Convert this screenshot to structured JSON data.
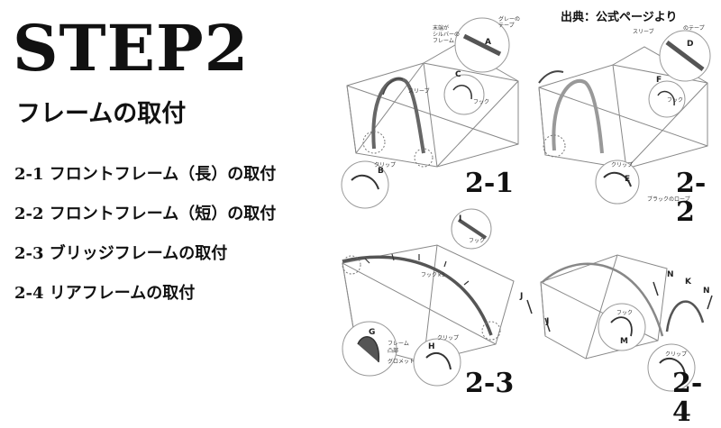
{
  "header": {
    "title": "STEP2",
    "subtitle": "フレームの取付",
    "credit": "出典：公式ページより"
  },
  "steps": [
    "2-1 フロントフレーム（長）の取付",
    "2-2 フロントフレーム（短）の取付",
    "2-3 ブリッジフレームの取付",
    "2-4 リアフレームの取付"
  ],
  "panels": [
    {
      "number": "2-1",
      "letters": [
        "A",
        "B",
        "C"
      ],
      "labels": {
        "frame_tip": "末端が",
        "frame_tip2": "シルバーの",
        "frame_tip3": "フレーム",
        "gray_tape": "グレーの",
        "gray_tape2": "テープ",
        "sleeve": "スリーブ",
        "hook": "フック",
        "clip": "クリップ"
      }
    },
    {
      "number": "2-2",
      "letters": [
        "D",
        "E",
        "F"
      ],
      "labels": {
        "tape": "のテープ",
        "sleeve": "スリーブ",
        "hook": "フック",
        "clip": "クリップ",
        "black_rope": "ブラックのロープ"
      }
    },
    {
      "number": "2-3",
      "letters": [
        "I",
        "G",
        "H"
      ],
      "labels": {
        "hook": "フック",
        "hook_x5": "フック×5",
        "frame": "フレーム",
        "convex": "凸部",
        "grommet": "グロメット",
        "clip": "クリップ"
      }
    },
    {
      "number": "2-4",
      "letters": [
        "J",
        "J",
        "M",
        "N",
        "K",
        "N"
      ],
      "labels": {
        "hook": "フック",
        "clip": "クリップ"
      }
    }
  ]
}
